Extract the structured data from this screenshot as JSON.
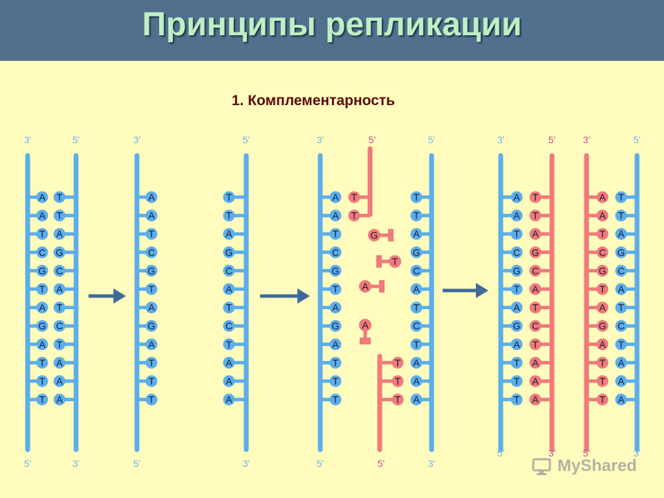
{
  "title": "Принципы репликации",
  "subtitle": "1. Комплементарность",
  "watermark": "MyShared",
  "colors": {
    "header": "#52708E",
    "background": "#FFFCBE",
    "title": "#BFEFC4",
    "parent_strand": "#5BAEEA",
    "new_strand": "#F07A7A",
    "label_3": "#6FB4E6",
    "label_5": "#D14A8E",
    "arrow": "#3E6A99"
  },
  "diagram": {
    "parent_left": [
      "A",
      "A",
      "T",
      "C",
      "G",
      "T",
      "A",
      "G",
      "A",
      "T",
      "T",
      "T"
    ],
    "parent_right": [
      "T",
      "T",
      "A",
      "G",
      "C",
      "A",
      "T",
      "C",
      "T",
      "A",
      "A",
      "A"
    ],
    "end_labels": {
      "three": "3'",
      "five": "5'"
    },
    "free_nucleotides": [
      "G",
      "T",
      "A",
      "A"
    ],
    "arrows": [
      "arrow-1",
      "arrow-2",
      "arrow-3"
    ]
  }
}
